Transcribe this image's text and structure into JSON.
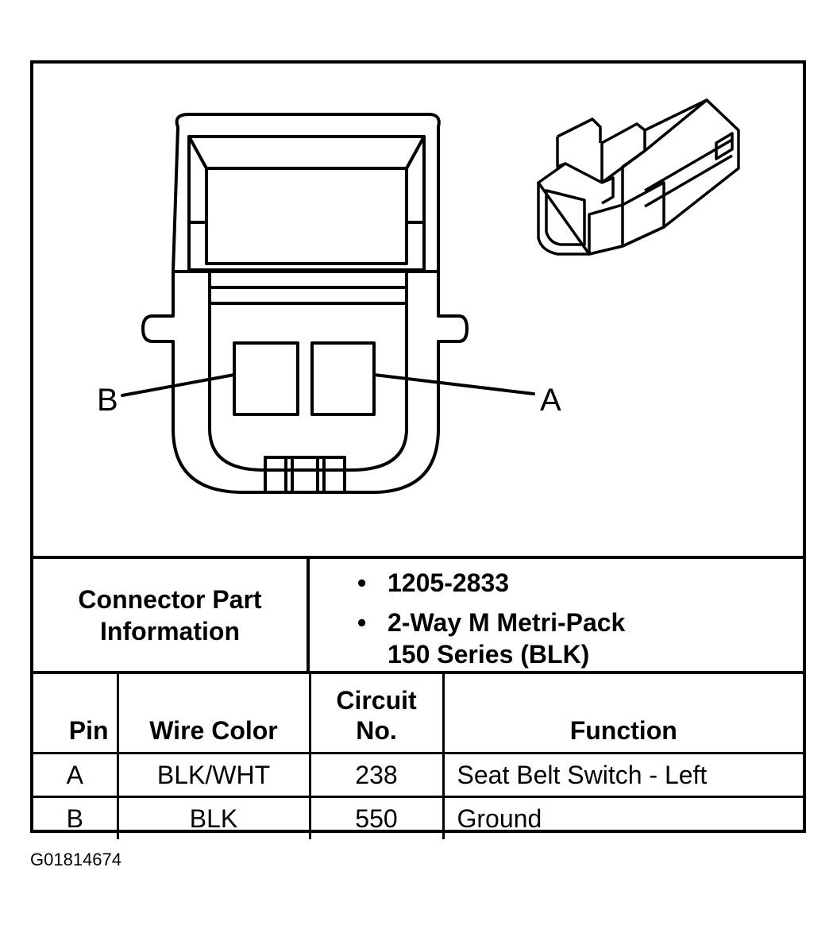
{
  "pin_labels": {
    "left": "B",
    "right": "A"
  },
  "part_info": {
    "label": "Connector Part Information",
    "items": [
      "1205-2833",
      "2-Way M Metri-Pack 150 Series (BLK)"
    ]
  },
  "table": {
    "headers": [
      "Pin",
      "Wire Color",
      "Circuit No.",
      "Function"
    ],
    "rows": [
      [
        "A",
        "BLK/WHT",
        "238",
        "Seat Belt Switch - Left"
      ],
      [
        "B",
        "BLK",
        "550",
        "Ground"
      ]
    ]
  },
  "caption": "G01814674",
  "colors": {
    "line": "#000000",
    "background": "#ffffff"
  }
}
